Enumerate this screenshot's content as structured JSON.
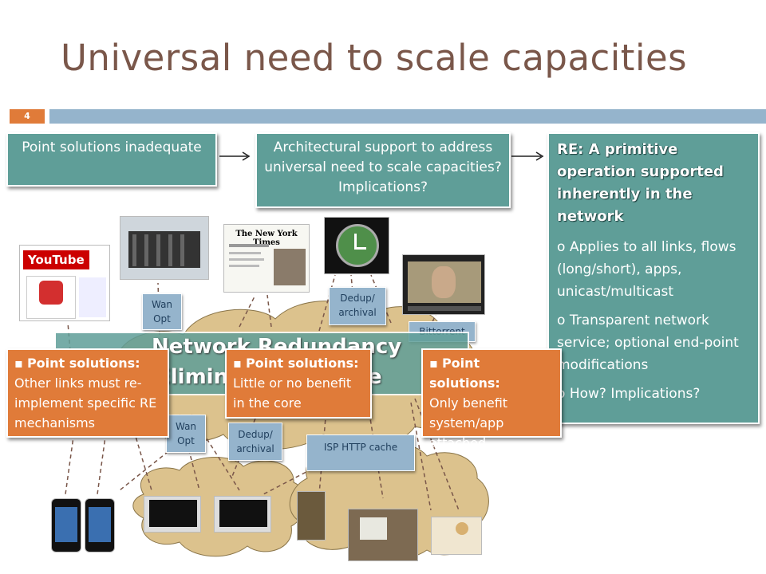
{
  "slide": {
    "title": "Universal need to scale capacities",
    "page_number": "4"
  },
  "boxes": {
    "point_solutions": "Point solutions inadequate",
    "architectural": "Architectural support to address universal need to scale capacities? Implications?",
    "re_heading": "RE: A primitive operation supported inherently in the network",
    "re_points": [
      "Applies to all links, flows (long/short), apps, unicast/multicast",
      "Transparent network service;  optional end-point modifications",
      "How? Implications?"
    ],
    "bullet_marker": "o"
  },
  "labels": {
    "wan_opt_top": "Wan Opt",
    "dedup_top": "Dedup/ archival",
    "bittorrent": "Bittorrent",
    "wan_opt_bottom": "Wan Opt",
    "dedup_bottom": "Dedup/ archival",
    "isp_cache": "ISP HTTP cache"
  },
  "cloud": {
    "title_line1": "Network Redundancy",
    "title_line2": "Elimination Service"
  },
  "callouts": [
    {
      "heading": "Point solutions:",
      "body": "Other links must re-implement  specific RE mechanisms"
    },
    {
      "heading": "Point solutions:",
      "body": "Little or no benefit in the core"
    },
    {
      "heading": "Point solutions:",
      "body": "Only benefit system/app attached"
    }
  ],
  "callout_marker": "▪",
  "images": {
    "youtube_brand": "YouTube",
    "nyt_masthead": "The New York Times"
  },
  "colors": {
    "title": "#7a574a",
    "teal": "#5f9e98",
    "orange": "#e07b39",
    "blue": "#95b4cc",
    "cloud": "#dcc28d"
  }
}
